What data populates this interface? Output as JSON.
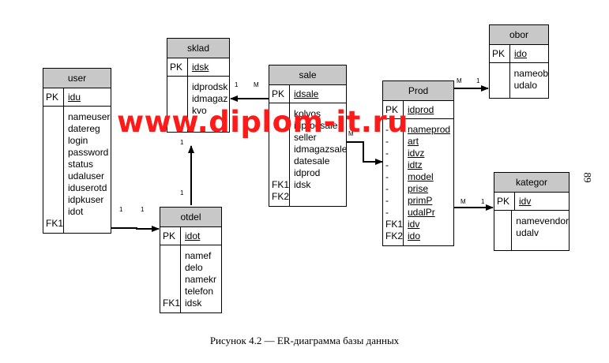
{
  "entities": {
    "user": {
      "title": "user",
      "pk_label": "PK",
      "pk": "idu",
      "keys": [
        "",
        "",
        "",
        "",
        "",
        "",
        "",
        "",
        "",
        "FK1"
      ],
      "attrs": [
        "nameuser",
        "datereg",
        "login",
        "password",
        "status",
        "udaluser",
        "iduserotd",
        "idpkuser",
        "idot"
      ]
    },
    "sklad": {
      "title": "sklad",
      "pk_label": "PK",
      "pk": "idsk",
      "keys": [
        ""
      ],
      "attrs": [
        "idprodsk",
        "idmagaz",
        "kvo"
      ]
    },
    "sale": {
      "title": "sale",
      "pk_label": "PK",
      "pk": "idsale",
      "keys": [
        "",
        "",
        "",
        "",
        "",
        "",
        "FK1",
        "FK2"
      ],
      "attrs": [
        "kolvos",
        "idprodsale",
        "seller",
        "idmagazsale",
        "datesale",
        "idprod",
        "idsk"
      ]
    },
    "otdel": {
      "title": "otdel",
      "pk_label": "PK",
      "pk": "idot",
      "keys": [
        "",
        "",
        "",
        "",
        "FK1"
      ],
      "attrs": [
        "namef",
        "delo",
        "namekr",
        "telefon",
        "idsk"
      ]
    },
    "prod": {
      "title": "Prod",
      "pk_label": "PK",
      "pk": "idprod",
      "keys": [
        "-",
        "-",
        "-",
        "-",
        "-",
        "-",
        "-",
        "-",
        "FK1",
        "FK2"
      ],
      "attrs": [
        "nameprod",
        "art",
        "idvz",
        "idtz",
        "model",
        "prise",
        "primP",
        "udalPr",
        "idv",
        "ido"
      ]
    },
    "obor": {
      "title": "obor",
      "pk_label": "PK",
      "pk": "ido",
      "keys": [
        ""
      ],
      "attrs": [
        "nameob",
        "udalo"
      ]
    },
    "kategor": {
      "title": "kategor",
      "pk_label": "PK",
      "pk": "idv",
      "keys": [
        ""
      ],
      "attrs": [
        "namevendor",
        "udalv"
      ]
    }
  },
  "cardinalities": {
    "sklad_sale_1": "1",
    "sklad_sale_m": "M",
    "sale_prod_m": "M",
    "prod_obor_m": "M",
    "prod_obor_1": "1",
    "prod_kategor_m": "M",
    "prod_kategor_1": "1",
    "user_otdel_1a": "1",
    "user_otdel_1b": "1",
    "otdel_sklad_1a": "1",
    "otdel_sklad_1b": "1"
  },
  "watermark": "www.diplom-it.ru",
  "caption": "Рисунок 4.2 — ER-диаграмма базы данных",
  "page_number": "89"
}
